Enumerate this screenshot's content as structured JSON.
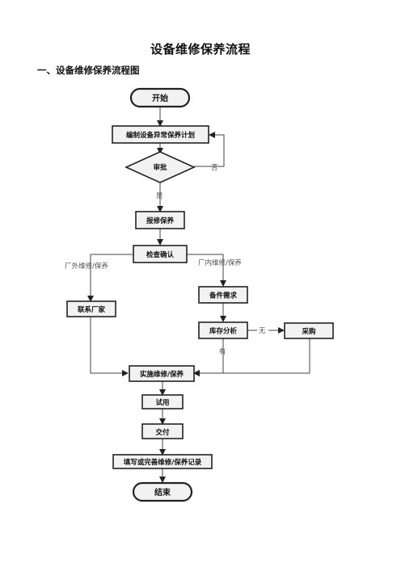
{
  "doc": {
    "title": "设备维修保养流程",
    "section_heading": "一、设备维修保养流程图"
  },
  "flow": {
    "start": "开始",
    "plan": "编制设备异常保养计划",
    "approve": "审批",
    "no": "否",
    "yes": "是",
    "report": "报修保养",
    "check": "检查确认",
    "external_label": "厂外维修/保养",
    "internal_label": "厂内维修/保养",
    "contact": "联系厂家",
    "parts": "备件需求",
    "stock": "库存分析",
    "none": "无",
    "have": "有",
    "purchase": "采购",
    "execute": "实施维修/保养",
    "trial": "试用",
    "deliver": "交付",
    "record": "填写或完善维修/保养记录",
    "end": "结束"
  }
}
